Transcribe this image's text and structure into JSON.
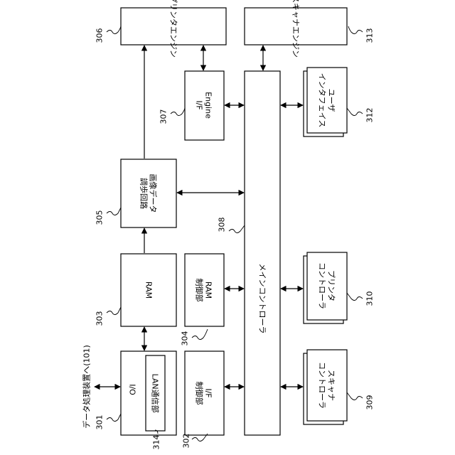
{
  "blocks": {
    "io": "I/O",
    "lan": "LAN通信部",
    "if_ctrl": "I/F\n制御部",
    "ram": "RAM",
    "ram_ctrl": "RAM\n制御部",
    "image_circuit": "画像データ\n調歩回路",
    "engine_if": "Engine\nI/F",
    "main_controller": "メインコントローラ",
    "printer_engine": "プリンタエンジン",
    "scanner_engine": "スキャナエンジン",
    "user_interface": "ユーザ\nインタフェイス",
    "printer_controller": "プリンタ\nコントローラ",
    "scanner_controller": "スキャナ\nコントローラ"
  },
  "external": "データ処理装置へ(101)",
  "refs": {
    "r301": "301",
    "r302": "302",
    "r303": "303",
    "r304": "304",
    "r305": "305",
    "r306": "306",
    "r307": "307",
    "r308": "308",
    "r309": "309",
    "r310": "310",
    "r312": "312",
    "r313": "313",
    "r314": "314"
  }
}
